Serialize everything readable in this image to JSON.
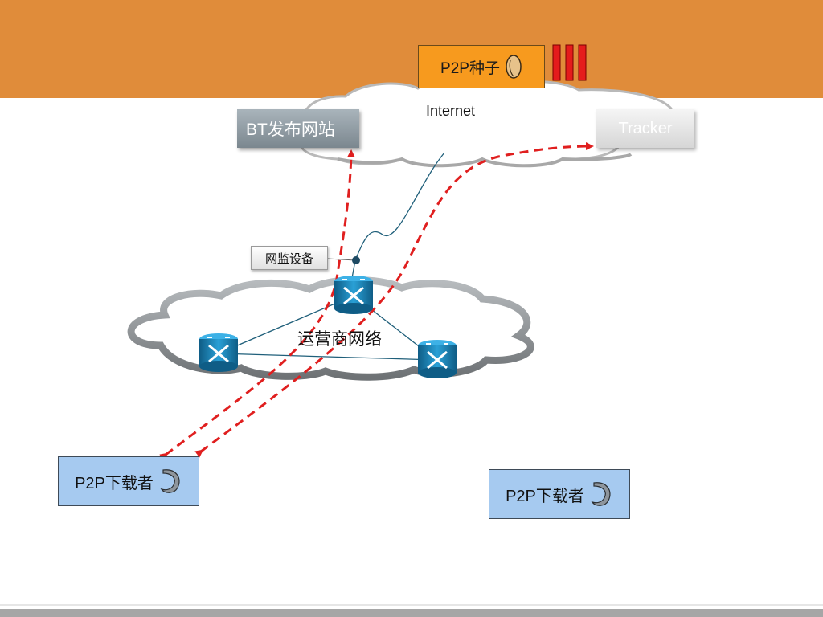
{
  "seed": {
    "label": "P2P种子"
  },
  "internet": {
    "label": "Internet"
  },
  "bt_site": {
    "label": "BT发布网站"
  },
  "tracker": {
    "label": "Tracker"
  },
  "monitor": {
    "label": "网监设备"
  },
  "isp_network": {
    "label": "运营商网络"
  },
  "downloaders": [
    {
      "label": "P2P下载者"
    },
    {
      "label": "P2P下载者"
    }
  ],
  "colors": {
    "header_band": "#e08c3a",
    "seed_box": "#f79a1e",
    "downloader_box": "#a6caf0",
    "flow_arrow": "#e01f1f",
    "router": "#1f7fb0"
  },
  "icons": [
    "seed-bean-icon",
    "signal-bars-icon",
    "router-icon",
    "leech-icon"
  ]
}
